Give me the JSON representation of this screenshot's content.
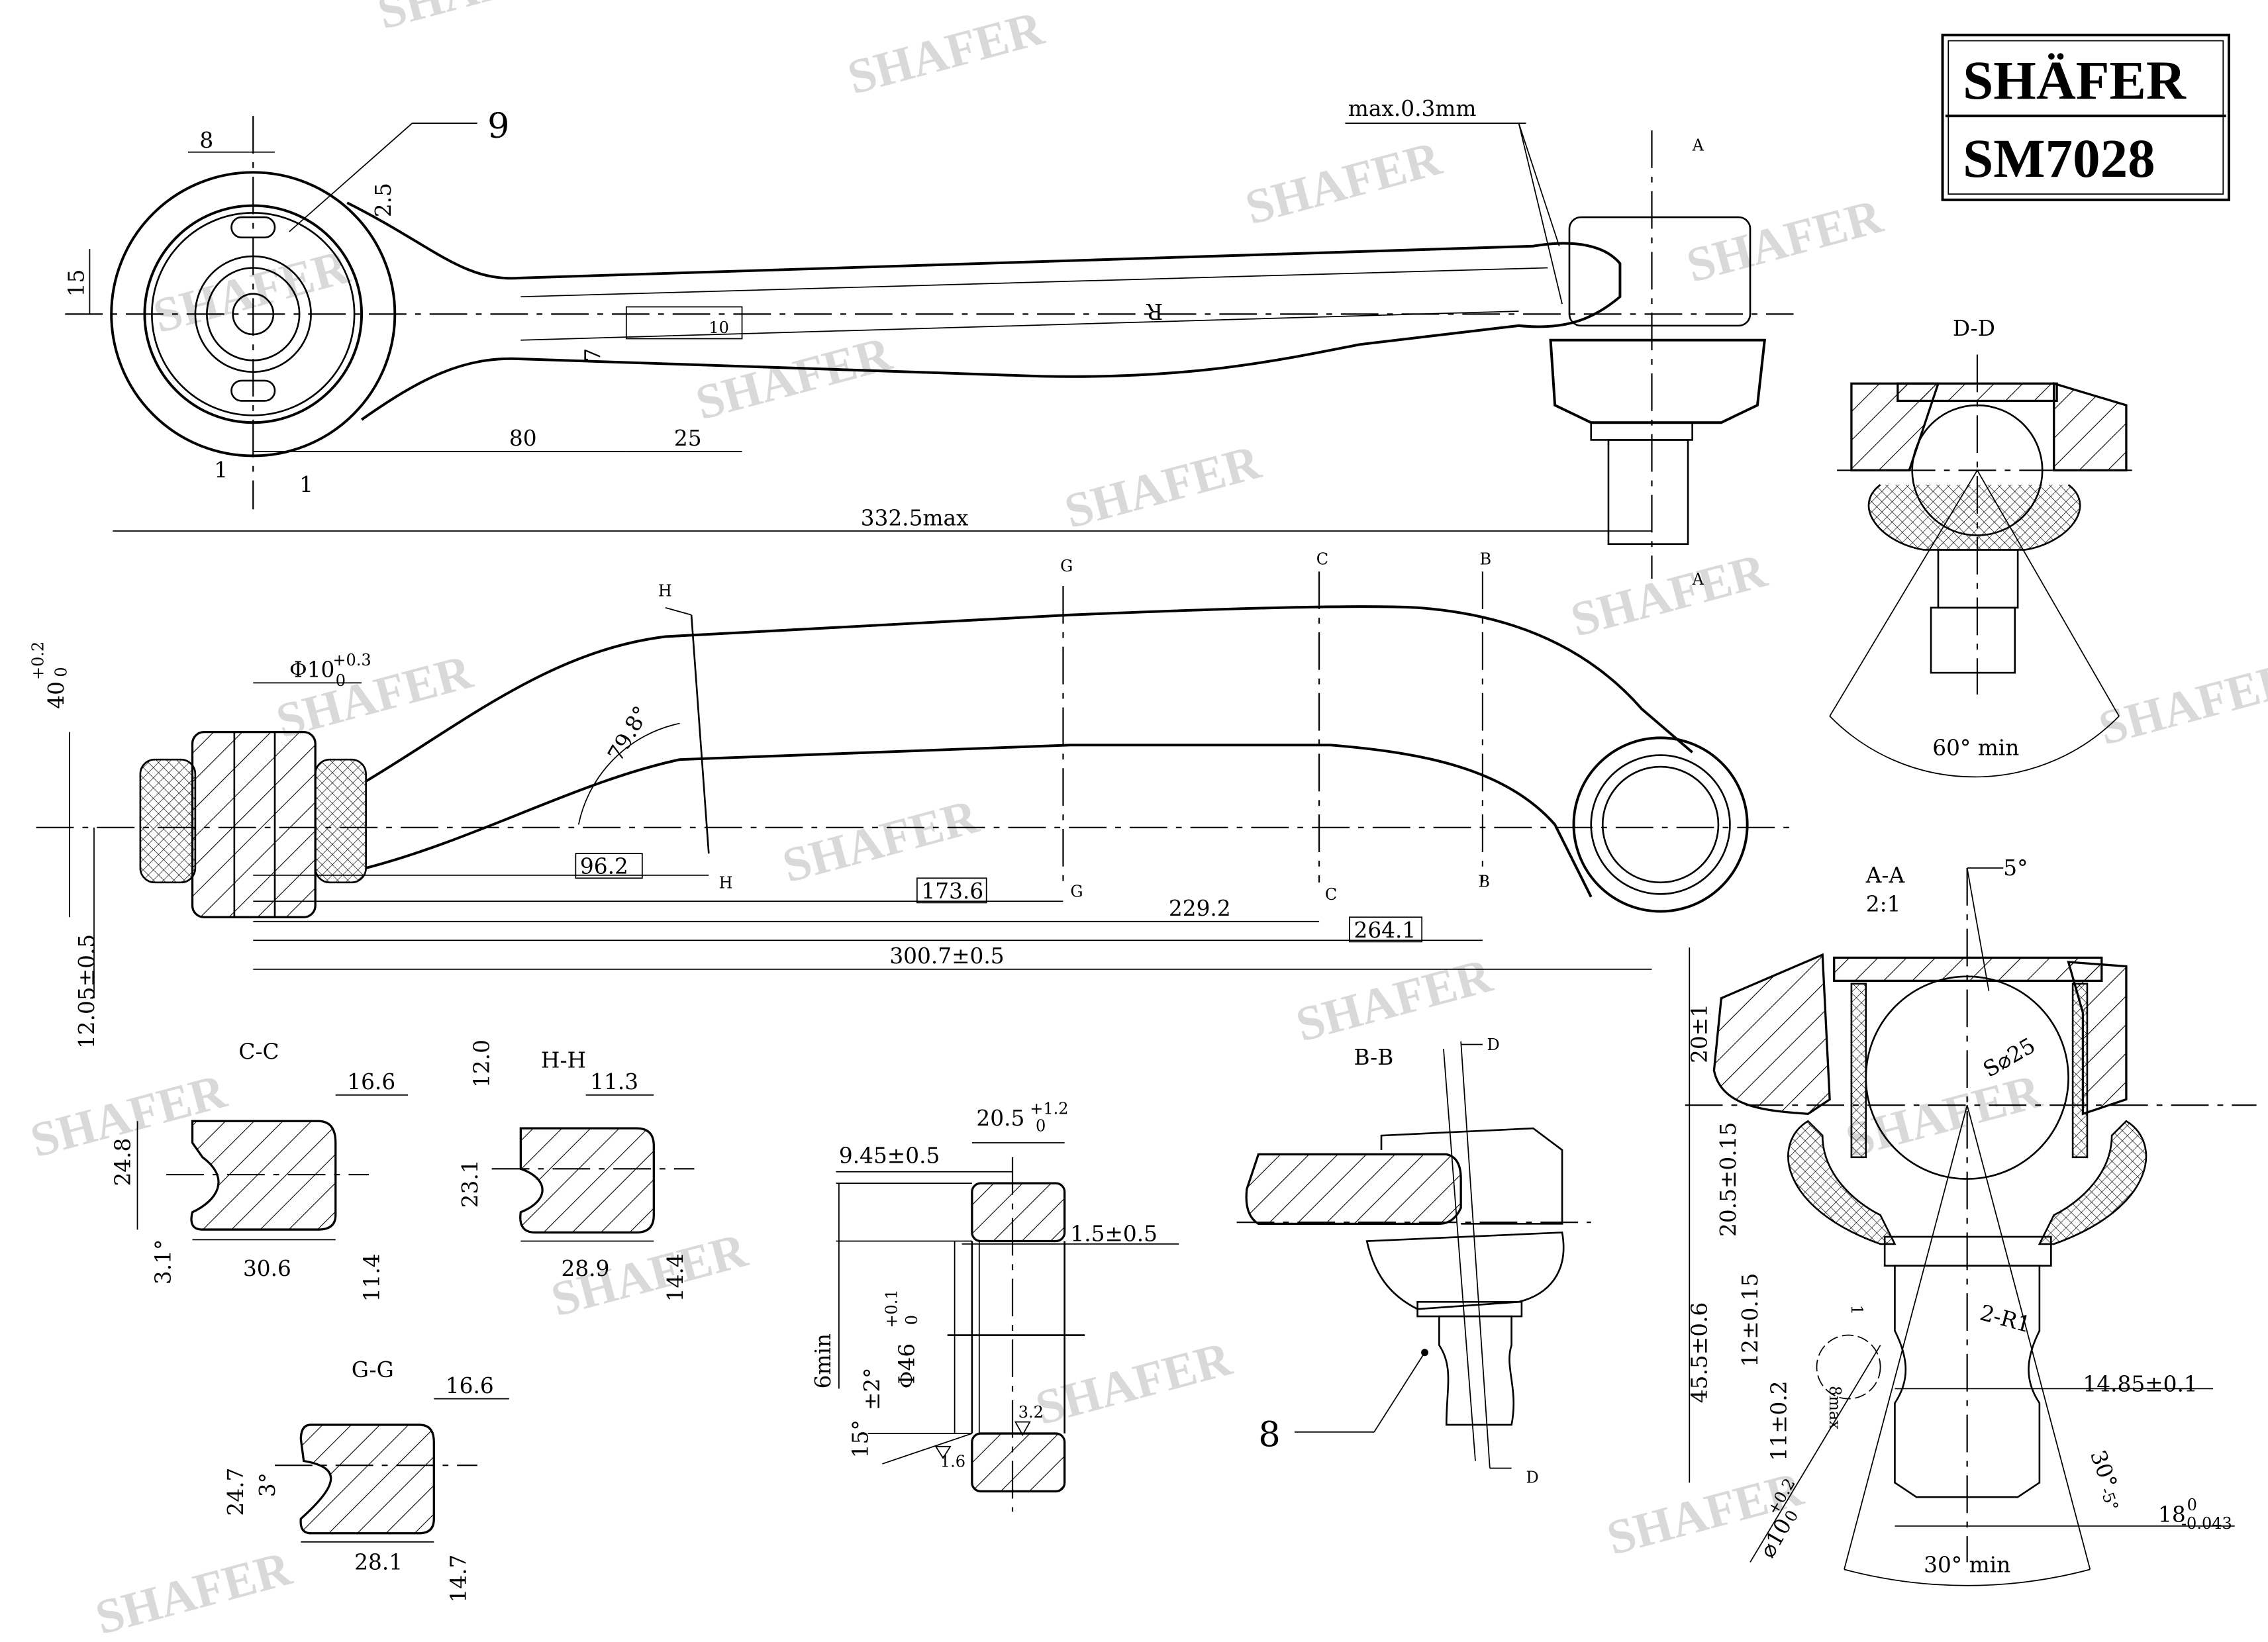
{
  "logo": {
    "brand": "SHÄFER",
    "part_number": "SM7028"
  },
  "watermark": "SHAFER",
  "top_view": {
    "callout_9": "9",
    "dim_8": "8",
    "dim_2_5": "2.5",
    "dim_15": "15",
    "dim_7": "7",
    "dim_80": "80",
    "dim_25": "25",
    "dim_1_left": "1",
    "dim_1_right": "1",
    "overall_length": "332.5max",
    "gap_note": "max.0.3mm",
    "section_a_top": "A",
    "section_a_bottom": "A",
    "side_mark": "R",
    "marking": "10"
  },
  "side_view": {
    "section_h_top": "H",
    "section_h_bottom": "H",
    "section_g_top": "G",
    "section_g_bottom": "G",
    "section_c_top": "C",
    "section_c_bottom": "C",
    "section_b_top": "B",
    "section_b_bottom": "B",
    "height_40": "40",
    "height_40_tol_upper": "+0.2",
    "height_40_tol_lower": "0",
    "bore_dia": "Φ10",
    "bore_tol_upper": "+0.3",
    "bore_tol_lower": "0",
    "angle": "79.8°",
    "dim_96_2": "96.2",
    "dim_173_6": "173.6",
    "dim_229_2": "229.2",
    "dim_264_1": "264.1",
    "dim_300_7": "300.7±0.5",
    "dim_12_05": "12.05±0.5"
  },
  "section_dd": {
    "title": "D-D",
    "angle": "60° min"
  },
  "section_cc": {
    "title": "C-C",
    "top": "16.6",
    "height": "24.8",
    "angle": "3.1°",
    "width": "30.6",
    "right": "11.4"
  },
  "section_hh": {
    "title": "H-H",
    "top_left": "12.0",
    "top": "11.3",
    "height": "23.1",
    "width": "28.9",
    "right": "14.4"
  },
  "section_gg": {
    "title": "G-G",
    "top": "16.6",
    "height": "24.7",
    "angle": "3°",
    "width": "28.1",
    "right": "14.7"
  },
  "bushing": {
    "width": "20.5",
    "width_tol_upper": "+1.2",
    "width_tol_lower": "0",
    "offset": "9.45±0.5",
    "lip": "1.5±0.5",
    "dia": "Φ46",
    "dia_tol_upper": "+0.1",
    "dia_tol_lower": "0",
    "min_len": "6min",
    "angle_tol": "±2°",
    "chamfer": "15°",
    "rough_1": "3.2",
    "rough_2": "1.6"
  },
  "section_bb": {
    "title": "B-B",
    "d_top": "D",
    "d_bottom": "D",
    "callout_8": "8"
  },
  "section_aa": {
    "title": "A-A",
    "scale": "2:1",
    "tilt": "5°",
    "ball": "S⌀25",
    "dim_20": "20±1",
    "dim_20_5": "20.5±0.15",
    "dim_45_5": "45.5±0.6",
    "dim_12": "12±0.15",
    "dim_11": "11±0.2",
    "dim_8max": "8max",
    "dim_1": "1",
    "radius": "2-R1",
    "dim_14_85": "14.85±0.1",
    "taper": "30°",
    "taper_tol": "-5°",
    "dim_18": "18",
    "dim_18_upper": "0",
    "dim_18_lower": "-0.043",
    "pin_dia": "⌀10",
    "pin_tol_upper": "+0.2",
    "pin_tol_lower": "0",
    "cone": "30° min"
  }
}
